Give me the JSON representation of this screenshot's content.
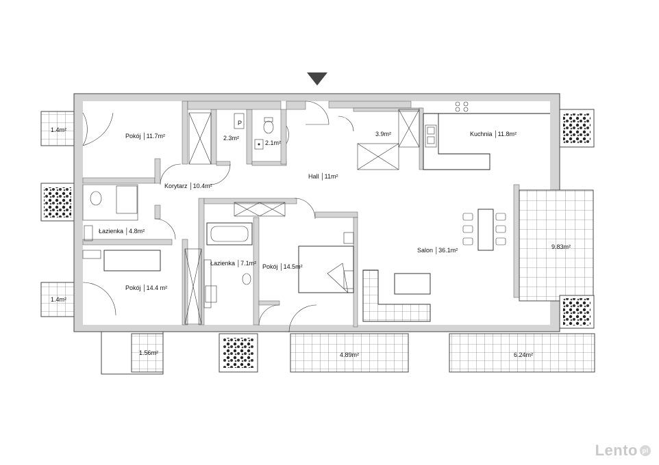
{
  "rooms": {
    "pokoj_1": "Pokój │11.7m²",
    "wc_small": "2.3m²",
    "wc_2": "2.1m²",
    "storage": "3.9m²",
    "kuchnia": "Kuchnia │11.8m²",
    "korytarz": "Korytarz │10.4m²",
    "hall": "Hall │11m²",
    "lazienka_1": "Łazienka │4.8m²",
    "lazienka_2": "Łazienka │7.1m²",
    "pokoj_2": "Pokój │14.5m²",
    "salon": "Salon │36.1m²",
    "pokoj_3": "Pokój │14.4 m²",
    "balcony_w1": "1.4m²",
    "balcony_w2": "1.4m²",
    "balcony_s1": "1.56m²",
    "terrace_s2": "4.89m²",
    "terrace_s3": "6.24m²",
    "terrace_e": "9.83m²",
    "p_mark": "P"
  },
  "watermark": {
    "brand": "Lento",
    "tld": "pl"
  }
}
